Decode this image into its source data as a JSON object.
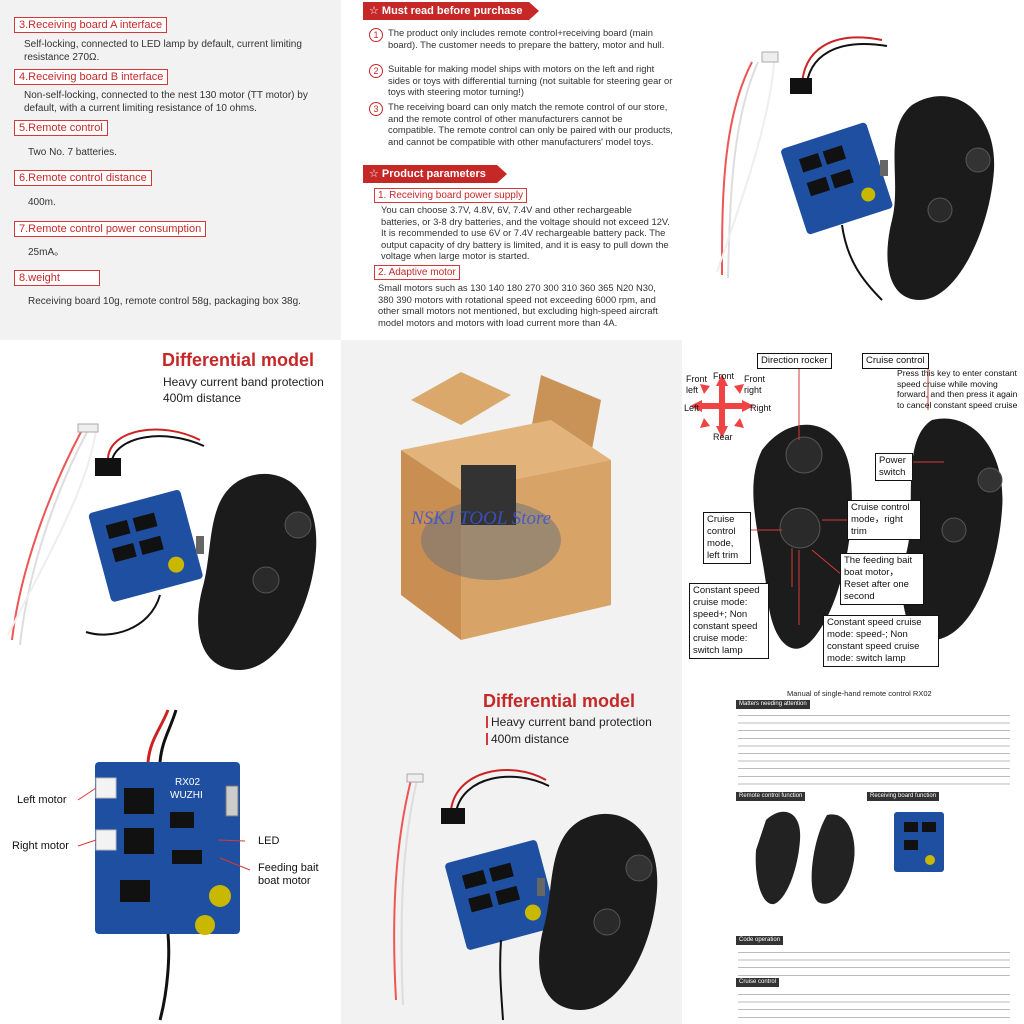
{
  "params_left": [
    {
      "title": "3.Receiving board A interface",
      "body": "Self-locking, connected to LED lamp by default, current limiting resistance 270Ω."
    },
    {
      "title": "4.Receiving board B interface",
      "body": "Non-self-locking, connected to the nest 130 motor (TT motor) by default, with a current limiting resistance of 10 ohms."
    },
    {
      "title": "5.Remote control",
      "body": "Two No. 7 batteries."
    },
    {
      "title": "6.Remote control distance",
      "body": "400m."
    },
    {
      "title": "7.Remote control power consumption",
      "body": "25mA。"
    },
    {
      "title": "8.weight",
      "body": "Receiving board 10g, remote control 58g, packaging box 38g."
    }
  ],
  "must_read": {
    "title": "☆ Must read before purchase",
    "items": [
      {
        "num": "1",
        "text": "The product only includes remote control+receiving board (main board). The customer needs to prepare the battery, motor and hull."
      },
      {
        "num": "2",
        "text": "Suitable for making model ships with motors on the left and right sides or toys with differential turning (not suitable for steering gear or toys with steering motor turning!)"
      },
      {
        "num": "3",
        "text": "The receiving board can only match the remote control of our store, and the remote control of other manufacturers cannot be compatible. The remote control can only be paired with our products, and cannot be compatible with other manufacturers' model toys."
      }
    ]
  },
  "product_params": {
    "title": "☆ Product parameters",
    "sub1": "1. Receiving board power supply",
    "text1": "You can choose 3.7V, 4.8V, 6V, 7.4V and other rechargeable batteries, or 3-8 dry batteries, and the voltage should not exceed 12V. It is recommended to use 6V or 7.4V rechargeable battery pack. The output capacity of dry battery is limited, and it is easy to pull down the voltage when large motor is started.",
    "sub2": "2. Adaptive motor",
    "text2": "Small motors such as 130 140 180 270 300 310 360 365 N20 N30, 380 390 motors with rotational speed not exceeding 6000 rpm, and other small motors not mentioned, but excluding high-speed aircraft model motors and motors with load current more than 4A."
  },
  "diff_panel": {
    "title": "Differential model",
    "line1": "Heavy current band protection",
    "line2": "400m distance"
  },
  "box_panel": {
    "watermark": "NSKJ TOOL Store"
  },
  "remote_diagram": {
    "dirs": {
      "front": "Front",
      "front_left": "Front left",
      "front_right": "Front right",
      "left": "Left",
      "right": "Right",
      "rear": "Rear"
    },
    "direction_rocker": "Direction rocker",
    "cruise_control": "Cruise control",
    "cruise_desc": "Press this key to enter constant speed cruise while moving forward, and then press it again to cancel constant speed cruise",
    "power_switch": "Power switch",
    "cruise_right": "Cruise control mode，right trim",
    "cruise_left": "Cruise control mode, left trim",
    "feeding": "The feeding bait boat motor，Reset after one second",
    "const_plus": "Constant speed cruise mode: speed+; Non constant speed cruise mode: switch lamp",
    "const_minus": "Constant speed cruise mode: speed-; Non constant speed cruise mode: switch lamp"
  },
  "board_panel": {
    "left_motor": "Left motor",
    "right_motor": "Right motor",
    "led": "LED",
    "feeding": "Feeding bait boat motor",
    "chip1": "RX02",
    "chip2": "WUZHI"
  },
  "diff_panel2": {
    "title": "Differential model",
    "line1": "Heavy current band protection",
    "line2": "400m distance"
  },
  "manual": {
    "title": "Manual of single-hand remote control RX02",
    "h1": "Matters needing attention",
    "h2": "Remote control function",
    "h3": "Receiving board function",
    "h4": "Code operation",
    "h5": "Cruise control"
  }
}
